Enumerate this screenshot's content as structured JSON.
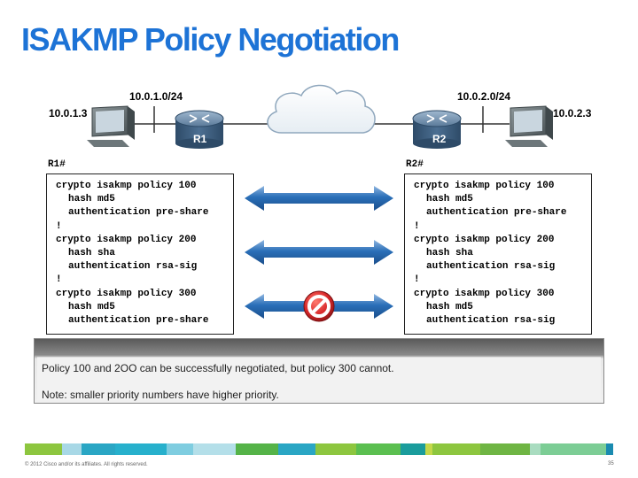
{
  "title": "ISAKMP Policy Negotiation",
  "topology": {
    "left_subnet": "10.0.1.0/24",
    "left_host": "10.0.1.3",
    "left_router": "R1",
    "right_subnet": "10.0.2.0/24",
    "right_host": "10.0.2.3",
    "right_router": "R2"
  },
  "r1": {
    "prompt": "R1#",
    "lines": [
      "crypto isakmp policy 100",
      "hash md5",
      "authentication pre-share",
      "!",
      "crypto isakmp policy 200",
      "hash sha",
      "authentication rsa-sig",
      "!",
      "crypto isakmp policy 300",
      "hash md5",
      "authentication pre-share"
    ]
  },
  "r2": {
    "prompt": "R2#",
    "lines": [
      "crypto isakmp policy 100",
      "hash md5",
      "authentication pre-share",
      "!",
      "crypto isakmp policy 200",
      "hash sha",
      "authentication rsa-sig",
      "!",
      "crypto isakmp policy 300",
      "hash md5",
      "authentication rsa-sig"
    ]
  },
  "note": {
    "line1": "Policy 100 and 2OO can be successfully negotiated, but policy 300 cannot.",
    "line2": "Note: smaller priority numbers have higher priority."
  },
  "footer": {
    "copyright": "© 2012 Cisco and/or its affiliates. All rights reserved.",
    "page": "35"
  },
  "colors": {
    "title": "#1d73d6",
    "arrow": "#2a6fb8",
    "blocked": "#d8282a",
    "router": "#3a5f82"
  },
  "icons": {
    "router": "router-icon",
    "pc": "pc-icon",
    "cloud": "cloud-icon",
    "arrow": "double-arrow-icon",
    "blocked": "no-entry-icon"
  }
}
